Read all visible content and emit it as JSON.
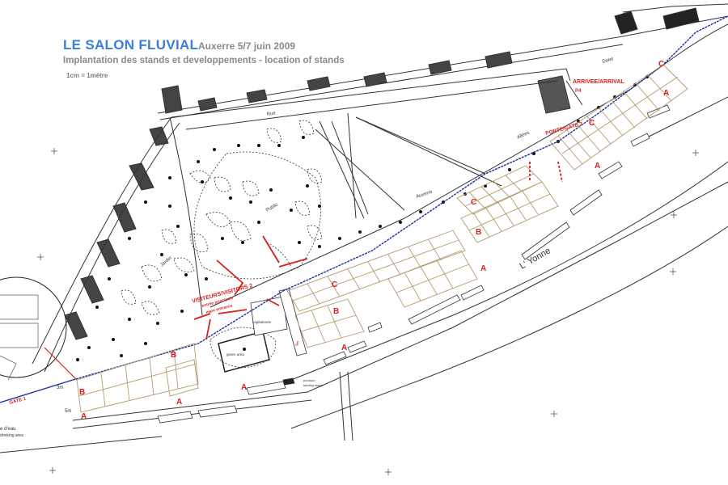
{
  "header": {
    "title": "LE SALON FLUVIAL",
    "date": "Auxerre 5/7 juin 2009",
    "subtitle": "Implantation des stands et developpements - location of stands",
    "scale": "1cm = 1métre"
  },
  "zones": {
    "a": "A",
    "b": "B",
    "c": "C"
  },
  "labels": {
    "arrival": "ARRIVEE/ARRIVAL",
    "p4": "P4",
    "gate3": "PORTE/GATE 3",
    "visitors2": "VISITEURS/VISITORS 2",
    "main_entrance_fr": "entrée principale",
    "main_entrance_en": "main entrance",
    "gate1": "GATE 1",
    "river": "L' Yonne",
    "street_rue": "Rue",
    "street_allees": "Allées",
    "street_auxerre": "Auxerre",
    "street_dolet": "Dolet",
    "jardin": "Jardin",
    "public": "Public",
    "capitainerie": "capitainerie",
    "green_area": "green area",
    "pontoon": "pontoon",
    "pontoon_sub": "landing stage",
    "dim_3m": "3m",
    "dim_5m": "5m",
    "eau_fr": "e d'eau",
    "eau_en": "drinking area"
  },
  "colors": {
    "title": "#3a7fd8",
    "zone_label": "#d81e1e",
    "route": "#1c2fa0",
    "stand_grid": "#b39a6e"
  }
}
